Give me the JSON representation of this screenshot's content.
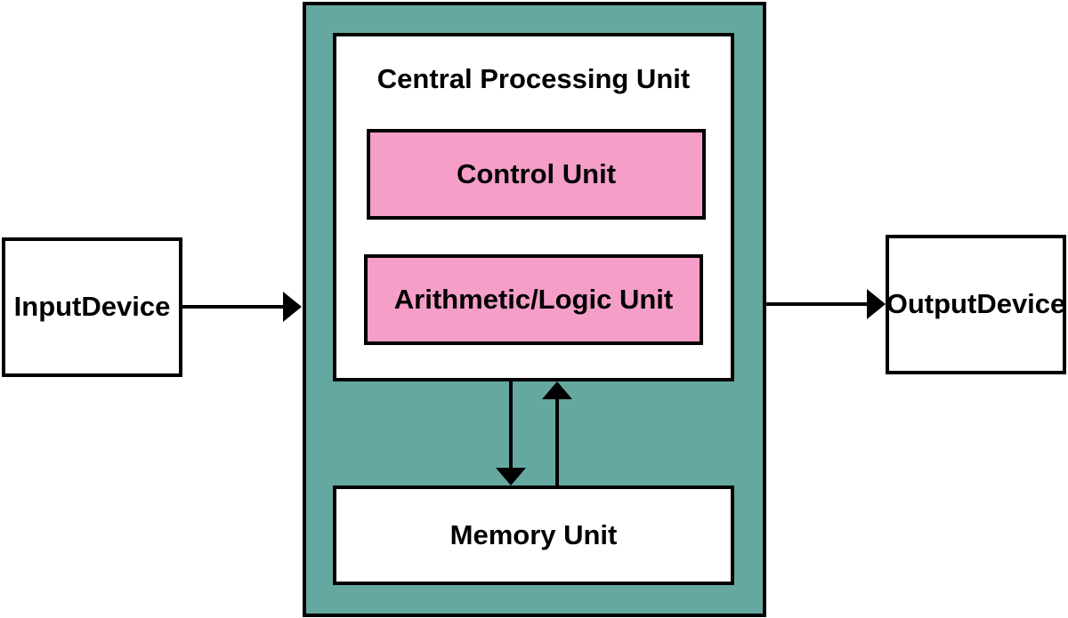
{
  "colors": {
    "system_fill": "#65a8a0",
    "unit_fill": "#f59ec8",
    "box_fill": "#ffffff",
    "stroke": "#000000"
  },
  "cpu": {
    "title": "Central Processing Unit",
    "control_unit": "Control Unit",
    "alu": "Arithmetic/Logic Unit"
  },
  "memory_unit": "Memory Unit",
  "input_device": {
    "line1": "Input",
    "line2": "Device"
  },
  "output_device": {
    "line1": "Output",
    "line2": "Device"
  }
}
